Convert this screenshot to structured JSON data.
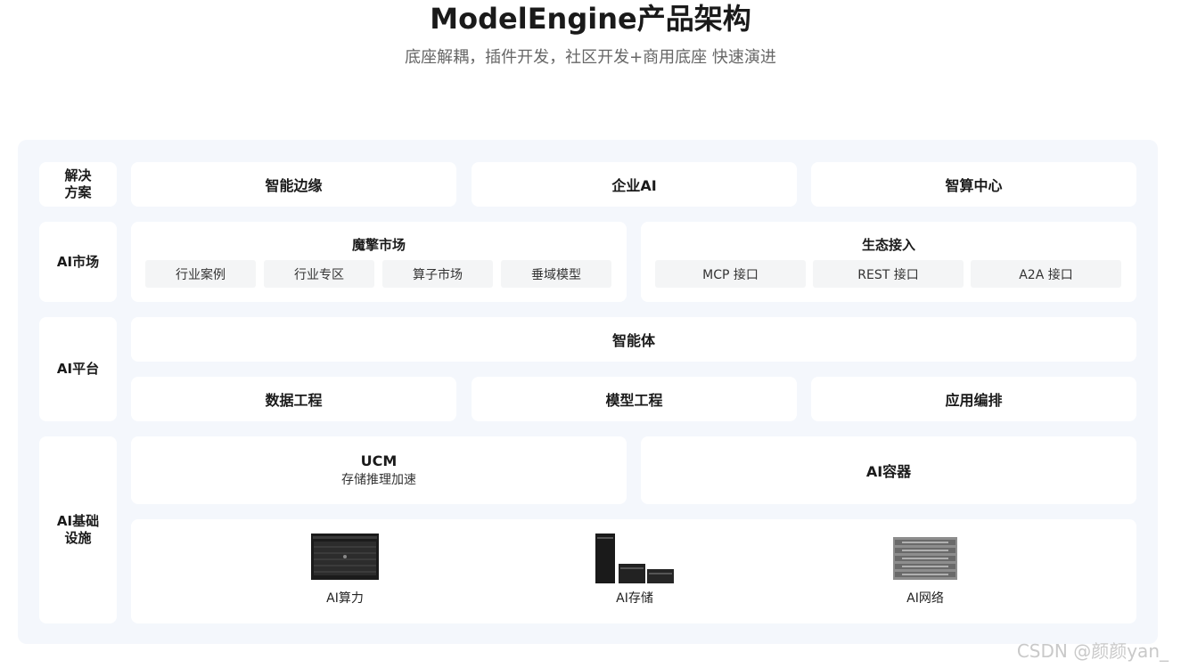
{
  "header": {
    "title": "ModelEngine产品架构",
    "subtitle": "底座解耦，插件开发，社区开发+商用底座 快速演进"
  },
  "rows": {
    "solutions": {
      "label": "解决\n方案",
      "items": [
        "智能边缘",
        "企业AI",
        "智算中心"
      ]
    },
    "market": {
      "label": "AI市场",
      "group_left": {
        "title": "魔擎市场",
        "chips": [
          "行业案例",
          "行业专区",
          "算子市场",
          "垂域模型"
        ]
      },
      "group_right": {
        "title": "生态接入",
        "chips": [
          "MCP 接口",
          "REST 接口",
          "A2A 接口"
        ]
      }
    },
    "platform": {
      "label": "AI平台",
      "top": "智能体",
      "items": [
        "数据工程",
        "模型工程",
        "应用编排"
      ]
    },
    "infra": {
      "label": "AI基础\n设施",
      "ucm": {
        "title": "UCM",
        "subtitle": "存储推理加速"
      },
      "container": "AI容器",
      "hardware": [
        "AI算力",
        "AI存储",
        "AI网络"
      ]
    }
  },
  "watermark": "CSDN @颜颜yan_"
}
